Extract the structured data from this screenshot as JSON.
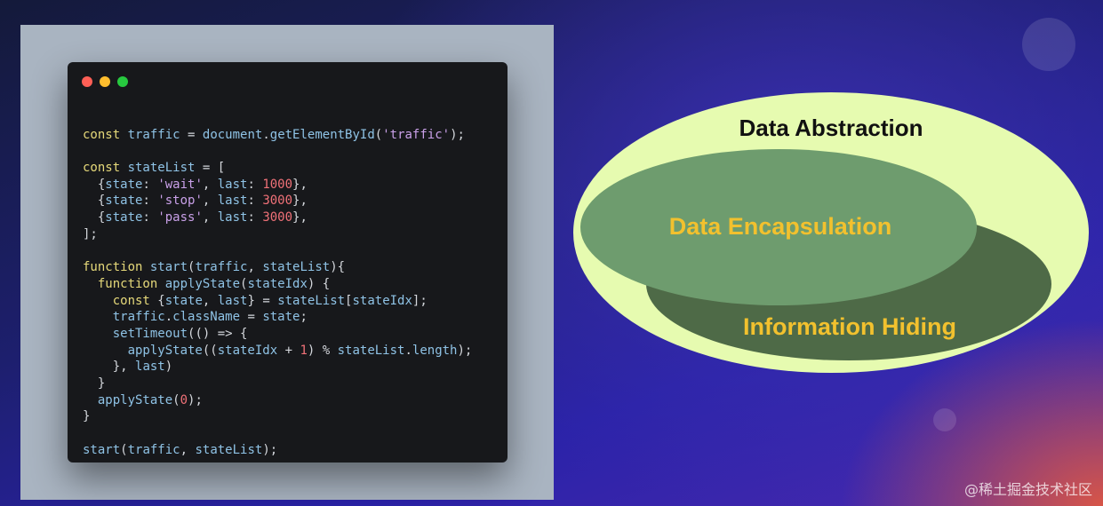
{
  "window": {
    "traffic_lights": [
      "#ff5f56",
      "#ffbd2e",
      "#27c93f"
    ]
  },
  "code_lines": [
    [],
    [
      {
        "t": "const ",
        "c": "kw"
      },
      {
        "t": "traffic",
        "c": "id"
      },
      {
        "t": " = ",
        "c": "pn"
      },
      {
        "t": "document",
        "c": "id"
      },
      {
        "t": ".",
        "c": "pn"
      },
      {
        "t": "getElementById",
        "c": "fn"
      },
      {
        "t": "(",
        "c": "pn"
      },
      {
        "t": "'traffic'",
        "c": "str"
      },
      {
        "t": ");",
        "c": "pn"
      }
    ],
    [],
    [
      {
        "t": "const ",
        "c": "kw"
      },
      {
        "t": "stateList",
        "c": "id"
      },
      {
        "t": " = [",
        "c": "pn"
      }
    ],
    [
      {
        "t": "  {",
        "c": "pn"
      },
      {
        "t": "state",
        "c": "id"
      },
      {
        "t": ": ",
        "c": "pn"
      },
      {
        "t": "'wait'",
        "c": "str"
      },
      {
        "t": ", ",
        "c": "pn"
      },
      {
        "t": "last",
        "c": "id"
      },
      {
        "t": ": ",
        "c": "pn"
      },
      {
        "t": "1000",
        "c": "num"
      },
      {
        "t": "},",
        "c": "pn"
      }
    ],
    [
      {
        "t": "  {",
        "c": "pn"
      },
      {
        "t": "state",
        "c": "id"
      },
      {
        "t": ": ",
        "c": "pn"
      },
      {
        "t": "'stop'",
        "c": "str"
      },
      {
        "t": ", ",
        "c": "pn"
      },
      {
        "t": "last",
        "c": "id"
      },
      {
        "t": ": ",
        "c": "pn"
      },
      {
        "t": "3000",
        "c": "num"
      },
      {
        "t": "},",
        "c": "pn"
      }
    ],
    [
      {
        "t": "  {",
        "c": "pn"
      },
      {
        "t": "state",
        "c": "id"
      },
      {
        "t": ": ",
        "c": "pn"
      },
      {
        "t": "'pass'",
        "c": "str"
      },
      {
        "t": ", ",
        "c": "pn"
      },
      {
        "t": "last",
        "c": "id"
      },
      {
        "t": ": ",
        "c": "pn"
      },
      {
        "t": "3000",
        "c": "num"
      },
      {
        "t": "},",
        "c": "pn"
      }
    ],
    [
      {
        "t": "];",
        "c": "pn"
      }
    ],
    [],
    [
      {
        "t": "function ",
        "c": "kw"
      },
      {
        "t": "start",
        "c": "fn"
      },
      {
        "t": "(",
        "c": "pn"
      },
      {
        "t": "traffic",
        "c": "id"
      },
      {
        "t": ", ",
        "c": "pn"
      },
      {
        "t": "stateList",
        "c": "id"
      },
      {
        "t": "){",
        "c": "pn"
      }
    ],
    [
      {
        "t": "  function ",
        "c": "kw"
      },
      {
        "t": "applyState",
        "c": "fn"
      },
      {
        "t": "(",
        "c": "pn"
      },
      {
        "t": "stateIdx",
        "c": "id"
      },
      {
        "t": ") {",
        "c": "pn"
      }
    ],
    [
      {
        "t": "    const ",
        "c": "kw"
      },
      {
        "t": "{",
        "c": "pn"
      },
      {
        "t": "state",
        "c": "id"
      },
      {
        "t": ", ",
        "c": "pn"
      },
      {
        "t": "last",
        "c": "id"
      },
      {
        "t": "} = ",
        "c": "pn"
      },
      {
        "t": "stateList",
        "c": "id"
      },
      {
        "t": "[",
        "c": "pn"
      },
      {
        "t": "stateIdx",
        "c": "id"
      },
      {
        "t": "];",
        "c": "pn"
      }
    ],
    [
      {
        "t": "    traffic",
        "c": "id"
      },
      {
        "t": ".",
        "c": "pn"
      },
      {
        "t": "className",
        "c": "id"
      },
      {
        "t": " = ",
        "c": "pn"
      },
      {
        "t": "state",
        "c": "id"
      },
      {
        "t": ";",
        "c": "pn"
      }
    ],
    [
      {
        "t": "    setTimeout",
        "c": "fn"
      },
      {
        "t": "(() => {",
        "c": "pn"
      }
    ],
    [
      {
        "t": "      applyState",
        "c": "fn"
      },
      {
        "t": "((",
        "c": "pn"
      },
      {
        "t": "stateIdx",
        "c": "id"
      },
      {
        "t": " + ",
        "c": "pn"
      },
      {
        "t": "1",
        "c": "num"
      },
      {
        "t": ") % ",
        "c": "pn"
      },
      {
        "t": "stateList",
        "c": "id"
      },
      {
        "t": ".",
        "c": "pn"
      },
      {
        "t": "length",
        "c": "id"
      },
      {
        "t": ");",
        "c": "pn"
      }
    ],
    [
      {
        "t": "    }, ",
        "c": "pn"
      },
      {
        "t": "last",
        "c": "id"
      },
      {
        "t": ")",
        "c": "pn"
      }
    ],
    [
      {
        "t": "  }",
        "c": "pn"
      }
    ],
    [
      {
        "t": "  applyState",
        "c": "fn"
      },
      {
        "t": "(",
        "c": "pn"
      },
      {
        "t": "0",
        "c": "num"
      },
      {
        "t": ");",
        "c": "pn"
      }
    ],
    [
      {
        "t": "}",
        "c": "pn"
      }
    ],
    [],
    [
      {
        "t": "start",
        "c": "fn"
      },
      {
        "t": "(",
        "c": "pn"
      },
      {
        "t": "traffic",
        "c": "id"
      },
      {
        "t": ", ",
        "c": "pn"
      },
      {
        "t": "stateList",
        "c": "id"
      },
      {
        "t": ");",
        "c": "pn"
      }
    ]
  ],
  "diagram": {
    "outer_label": "Data Abstraction",
    "inner_top_label": "Data Encapsulation",
    "inner_bottom_label": "Information Hiding",
    "colors": {
      "outer_fill": "#e6fbb0",
      "bottom_fill": "#4e6a47",
      "top_fill": "#6e9c6e",
      "label_yellow": "#f2c12e",
      "outer_text": "#111111"
    }
  },
  "watermark": "@稀土掘金技术社区"
}
